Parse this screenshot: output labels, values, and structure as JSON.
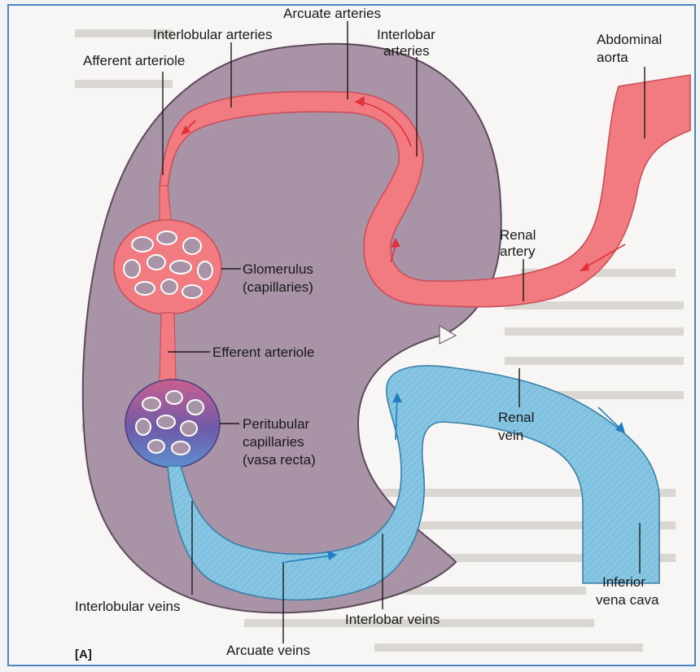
{
  "figure": {
    "panel_label": "[A]",
    "colors": {
      "kidney": "#a993a6",
      "artery": "#f17b80",
      "artery_stroke": "#c9505a",
      "vein": "#86c6e3",
      "vein_stroke": "#3a7fa8",
      "capillary_outline": "#ffffff",
      "peritubular_tint": "#6f5aa8",
      "frame": "#4a86c5",
      "arrow_artery": "#e0303a",
      "arrow_vein": "#1f7fc0"
    },
    "labels": {
      "arcuate_arteries": "Arcuate arteries",
      "interlobular_arteries": "Interlobular arteries",
      "interlobar_arteries_1": "Interlobar",
      "interlobar_arteries_2": "arteries",
      "afferent_arteriole": "Afferent arteriole",
      "abdominal_aorta_1": "Abdominal",
      "abdominal_aorta_2": "aorta",
      "glomerulus_1": "Glomerulus",
      "glomerulus_2": "(capillaries)",
      "renal_artery_1": "Renal",
      "renal_artery_2": "artery",
      "efferent_arteriole": "Efferent arteriole",
      "renal_vein_1": "Renal",
      "renal_vein_2": "vein",
      "peritubular_1": "Peritubular",
      "peritubular_2": "capillaries",
      "peritubular_3": "(vasa recta)",
      "inferior_vena_cava_1": "Inferior",
      "inferior_vena_cava_2": "vena cava",
      "interlobular_veins": "Interlobular veins",
      "interlobar_veins": "Interlobar veins",
      "arcuate_veins": "Arcuate veins"
    }
  }
}
